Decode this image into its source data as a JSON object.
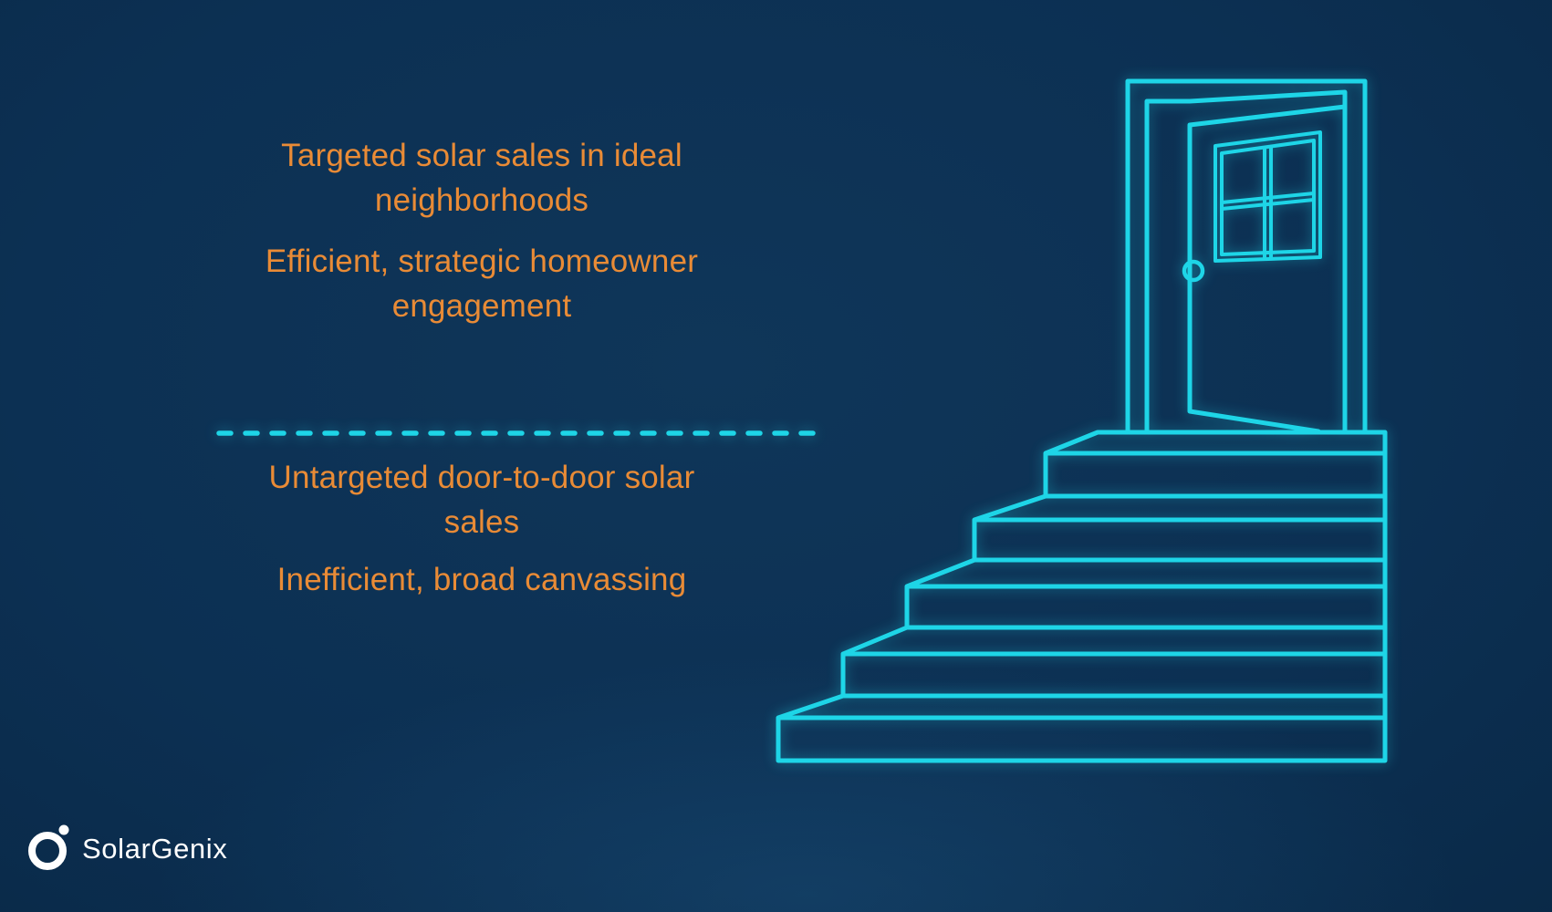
{
  "slide": {
    "sections": {
      "targeted": {
        "heading_lines": [
          "Targeted solar sales in ideal",
          "neighborhoods"
        ],
        "subheading_lines": [
          "Efficient, strategic homeowner",
          "engagement"
        ]
      },
      "untargeted": {
        "heading_lines": [
          "Untargeted door-to-door solar",
          "sales"
        ],
        "subheading_lines": [
          "Inefficient, broad canvassing"
        ]
      }
    },
    "divider": {
      "style": "dashed-line"
    },
    "illustration": {
      "icon": "open-door-on-stairs-icon"
    },
    "logo": {
      "text": "SolarGenix",
      "icon": "ring-dot-logo-icon"
    },
    "colors": {
      "background": "#0c3053",
      "text_orange": "#e98b36",
      "line_cyan": "#1ed5e7",
      "logo_white": "#ffffff"
    }
  }
}
